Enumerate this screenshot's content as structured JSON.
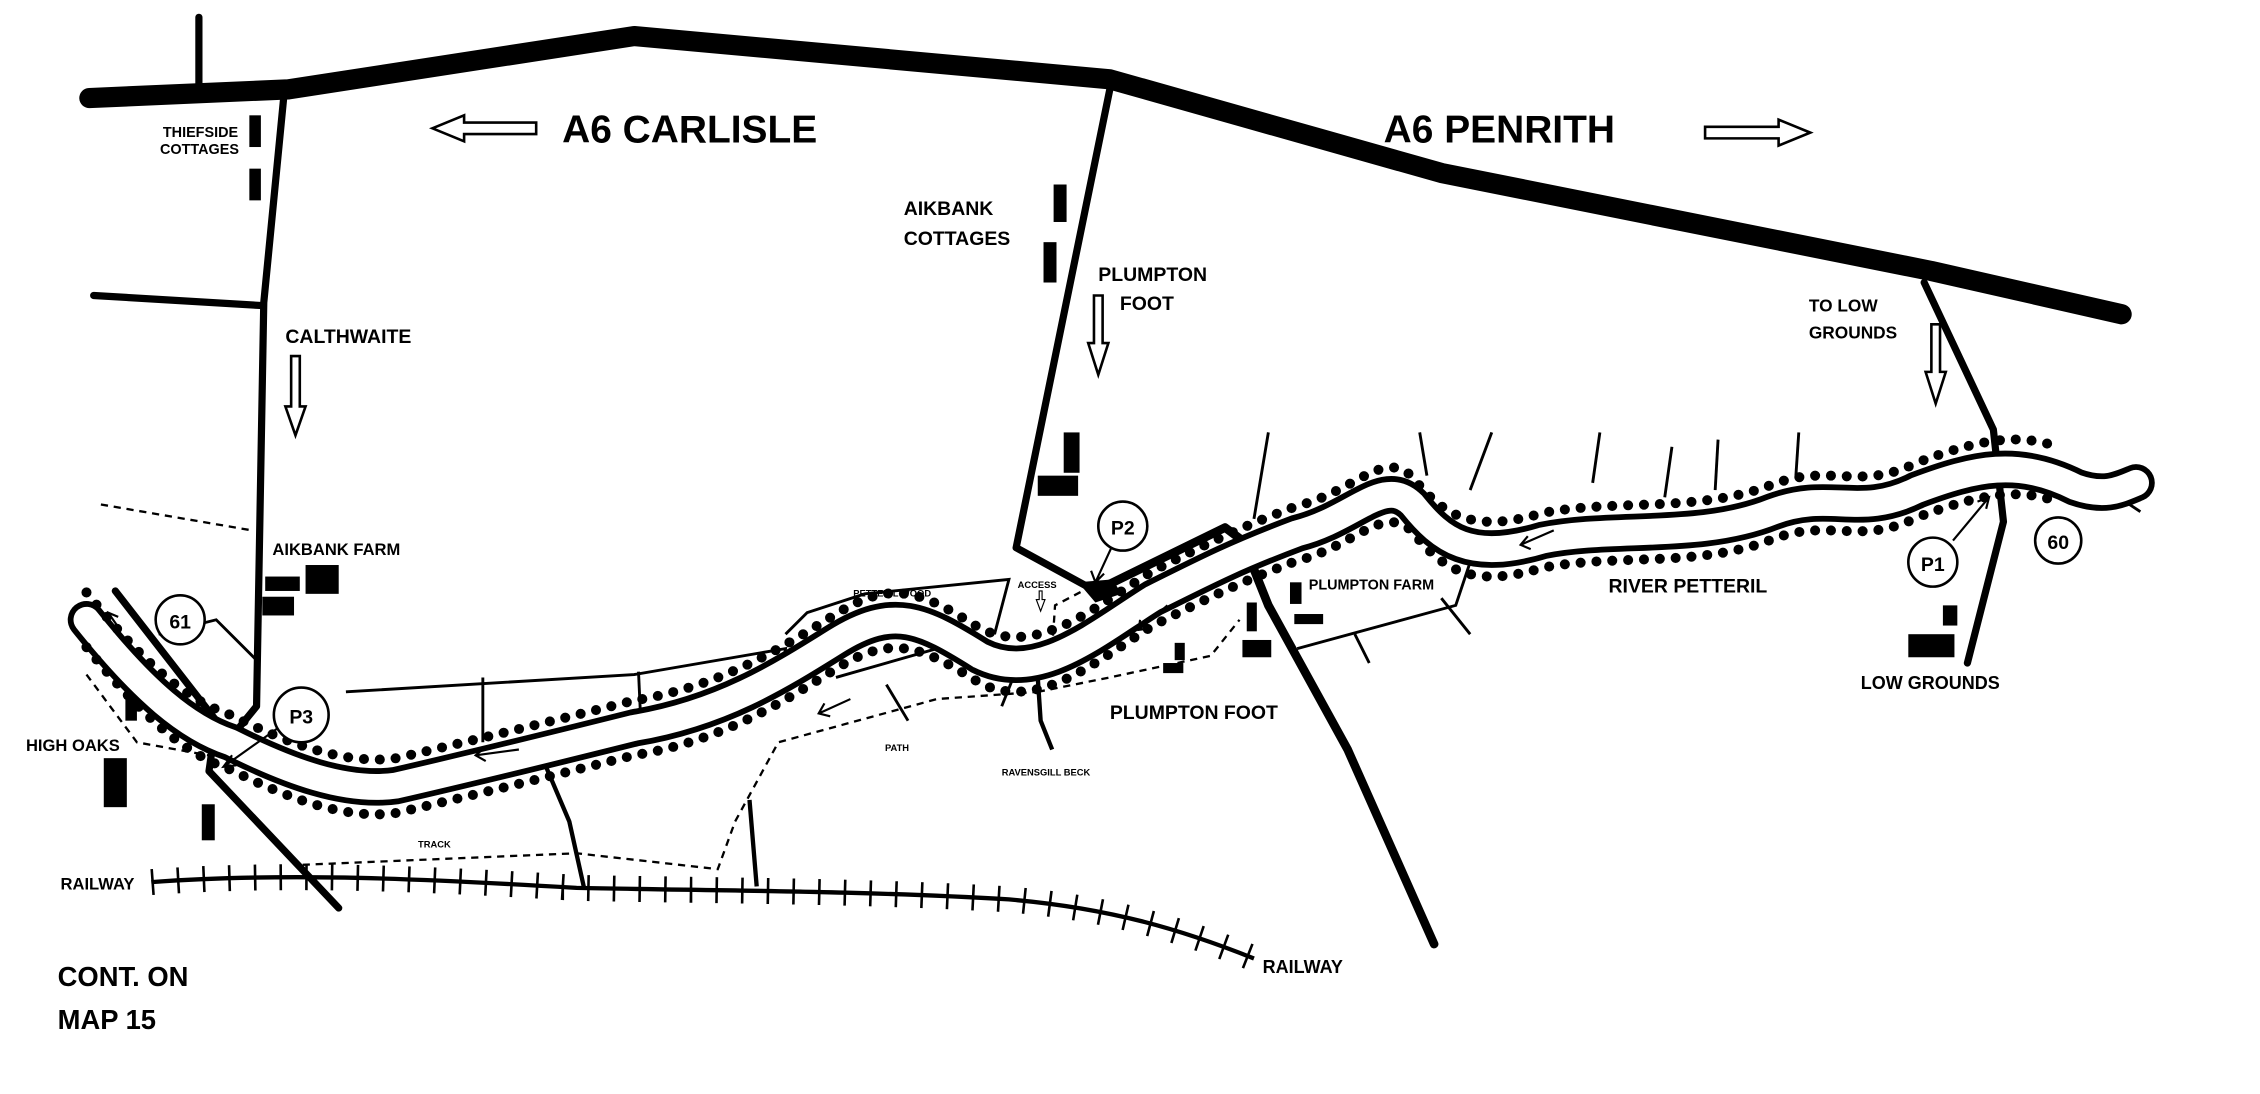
{
  "map": {
    "roads": {
      "a6_carlisle": "A6 CARLISLE",
      "a6_penrith": "A6 PENRITH"
    },
    "places": {
      "thiefside_1": "THIEFSIDE",
      "thiefside_2": "COTTAGES",
      "aikbank_cottages_1": "AIKBANK",
      "aikbank_cottages_2": "COTTAGES",
      "plumpton_foot_north_1": "PLUMPTON",
      "plumpton_foot_north_2": "FOOT",
      "calthwaite": "CALTHWAITE",
      "to_low_grounds_1": "TO LOW",
      "to_low_grounds_2": "GROUNDS",
      "aikbank_farm": "AIKBANK FARM",
      "high_oaks": "HIGH OAKS",
      "petteril_wood": "PETTERIL WOOD",
      "access": "ACCESS",
      "plumpton_farm": "PLUMPTON FARM",
      "plumpton_foot": "PLUMPTON FOOT",
      "river_petteril": "RIVER PETTERIL",
      "low_grounds": "LOW GROUNDS",
      "path": "PATH",
      "track": "TRACK",
      "ravensgill_beck": "RAVENSGILL BECK",
      "railway_west": "RAILWAY",
      "railway_east": "RAILWAY"
    },
    "markers": {
      "p1": "P1",
      "p2": "P2",
      "p3": "P3",
      "m60": "60",
      "m61": "61"
    },
    "continuation": {
      "line1": "CONT. ON",
      "line2": "MAP 15"
    },
    "colors": {
      "ink": "#000000",
      "paper": "#ffffff"
    }
  }
}
